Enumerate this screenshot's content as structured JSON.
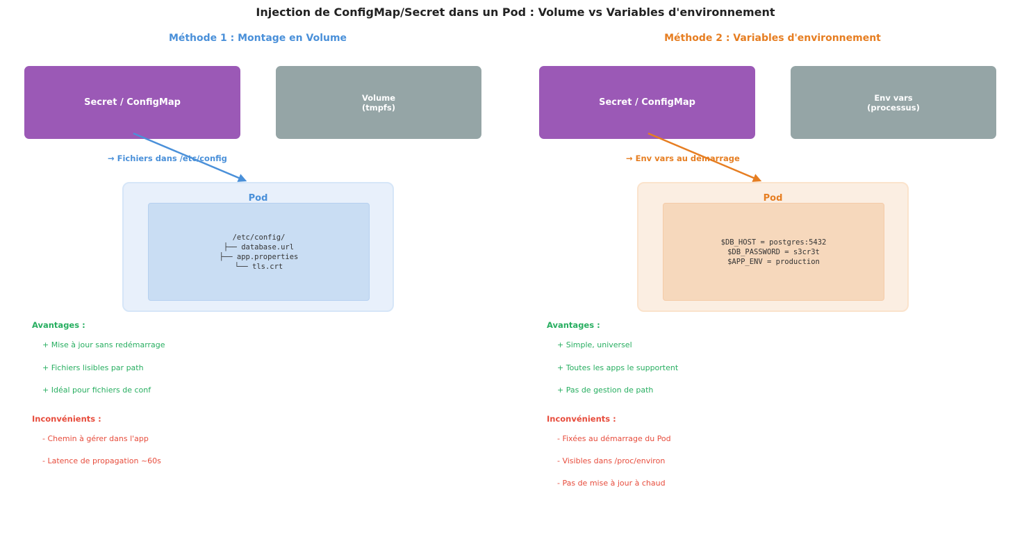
{
  "title": "Injection de ConfigMap/Secret dans un Pod : Volume vs Variables d'environnement",
  "colors": {
    "purple": "#9b59b6",
    "gray": "#95a5a6",
    "blue": "#4a90d9",
    "orange": "#e67e22",
    "green": "#27ae60",
    "red": "#e74c3c"
  },
  "method1": {
    "title": "Méthode 1 : Montage en Volume",
    "source_box": "Secret / ConfigMap",
    "target_box": "Volume\n(tmpfs)",
    "edge_label": "→ Fichiers dans /etc/config",
    "pod_title": "Pod",
    "pod_content": "/etc/config/\n├── database.url\n├── app.properties\n└── tls.crt",
    "advantages_title": "Avantages :",
    "advantages": [
      "+ Mise à jour sans redémarrage",
      "+ Fichiers lisibles par path",
      "+ Idéal pour fichiers de conf"
    ],
    "drawbacks_title": "Inconvénients :",
    "drawbacks": [
      "- Chemin à gérer dans l'app",
      "- Latence de propagation ~60s"
    ]
  },
  "method2": {
    "title": "Méthode 2 : Variables d'environnement",
    "source_box": "Secret / ConfigMap",
    "target_box": "Env vars\n(processus)",
    "edge_label": "→ Env vars au démarrage",
    "pod_title": "Pod",
    "pod_content": "$DB_HOST = postgres:5432\n$DB_PASSWORD = s3cr3t\n$APP_ENV = production",
    "advantages_title": "Avantages :",
    "advantages": [
      "+ Simple, universel",
      "+ Toutes les apps le supportent",
      "+ Pas de gestion de path"
    ],
    "drawbacks_title": "Inconvénients :",
    "drawbacks": [
      "- Fixées au démarrage du Pod",
      "- Visibles dans /proc/environ",
      "- Pas de mise à jour à chaud"
    ]
  }
}
